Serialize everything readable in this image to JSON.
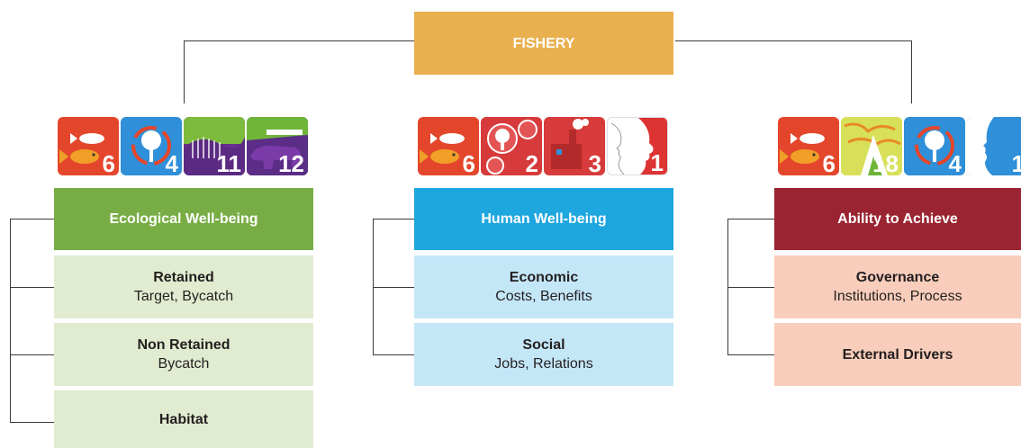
{
  "top": {
    "label": "FISHERY"
  },
  "columns": [
    {
      "header": "Ecological Well-being",
      "items": [
        {
          "title": "Retained",
          "detail": "Target, Bycatch"
        },
        {
          "title": "Non Retained",
          "detail": "Bycatch"
        },
        {
          "title": "Habitat",
          "detail": ""
        }
      ],
      "icons": [
        {
          "name": "fish-icon",
          "number": "6",
          "color": "#e4462b"
        },
        {
          "name": "tree-cycle-icon",
          "number": "4",
          "color": "#2f8fd8"
        },
        {
          "name": "wetland-icon",
          "number": "11",
          "color": "#6b2f8e"
        },
        {
          "name": "bear-icon",
          "number": "12",
          "color": "#5b2d87"
        }
      ]
    },
    {
      "header": "Human Well-being",
      "items": [
        {
          "title": "Economic",
          "detail": "Costs, Benefits"
        },
        {
          "title": "Social",
          "detail": "Jobs, Relations"
        }
      ],
      "icons": [
        {
          "name": "fish-icon",
          "number": "6",
          "color": "#e4462b"
        },
        {
          "name": "tree-circles-icon",
          "number": "2",
          "color": "#d73a3a"
        },
        {
          "name": "factory-icon",
          "number": "3",
          "color": "#d83b3b"
        },
        {
          "name": "faces-icon",
          "number": "1",
          "color": "#dd3333"
        }
      ]
    },
    {
      "header": "Ability to Achieve",
      "items": [
        {
          "title": "Governance",
          "detail": "Institutions, Process"
        },
        {
          "title": "External Drivers",
          "detail": ""
        }
      ],
      "icons": [
        {
          "name": "fish-icon",
          "number": "6",
          "color": "#e4462b"
        },
        {
          "name": "mountain-icon",
          "number": "18",
          "color": "#b6d23c"
        },
        {
          "name": "tree-cycle-icon",
          "number": "4",
          "color": "#2f8fd8"
        },
        {
          "name": "faces-icon",
          "number": "1",
          "color": "#2f8fd8"
        }
      ]
    }
  ]
}
